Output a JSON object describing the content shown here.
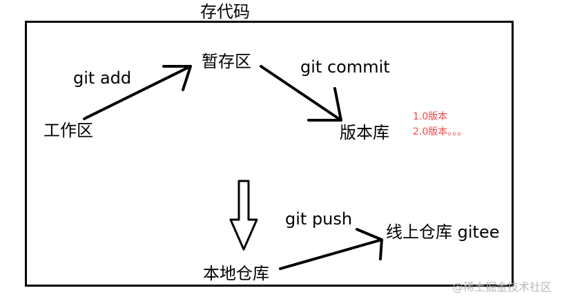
{
  "title": "存代码",
  "nodes": {
    "workspace": "工作区",
    "staging": "暂存区",
    "repository": "版本库",
    "local_repo": "本地仓库",
    "remote_repo": "线上仓库 gitee"
  },
  "commands": {
    "add": "git add",
    "commit": "git commit",
    "push": "git push"
  },
  "versions": [
    "1.0版本",
    "2.0版本。。。"
  ],
  "watermark": "@稀土掘金技术社区",
  "colors": {
    "stroke": "#000000",
    "version_text": "#ff4444",
    "watermark": "#b8b8b8"
  }
}
